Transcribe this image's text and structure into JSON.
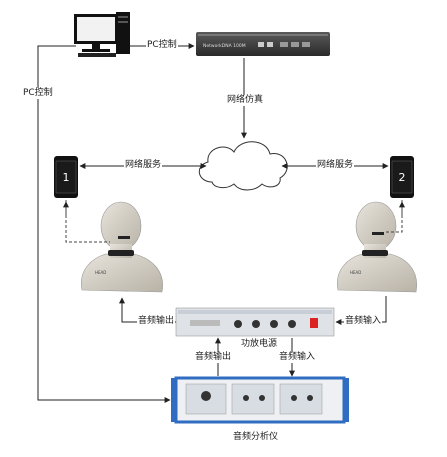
{
  "labels": {
    "pc_control_top": "PC控制",
    "pc_control_left": "PC控制",
    "network_emulation": "网络仿真",
    "network_service_left": "网络服务",
    "network_service_right": "网络服务",
    "audio_out_left": "音频输出",
    "audio_in_right": "音频输入",
    "amp_power": "功放电源",
    "audio_out_bottom": "音频输出",
    "audio_in_bottom": "音频输入",
    "audio_analyzer": "音频分析仪"
  },
  "devices": {
    "emulator_label": "NetworkDNA 100M",
    "phone1_number": "1",
    "phone2_number": "2",
    "dummy_head_brand": "HEAD"
  },
  "colors": {
    "line": "#222222",
    "dashed": "#444444",
    "analyzer_frame": "#2f6cc2",
    "emulator_body": "#3a3a3a",
    "head_skin": "#d4cfc6",
    "phone_body": "#111111"
  }
}
